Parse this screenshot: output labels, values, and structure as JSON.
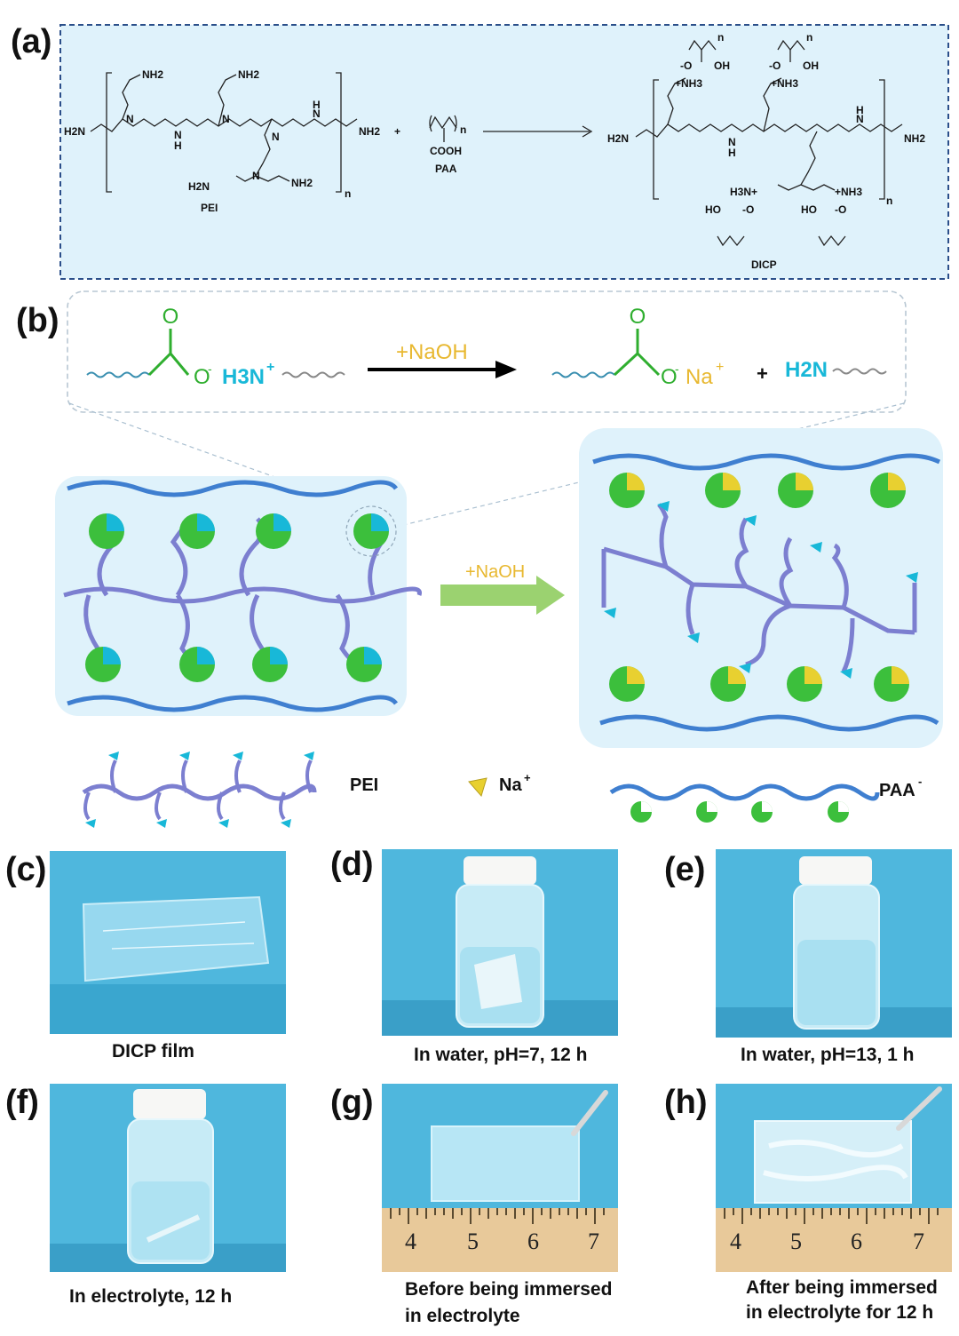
{
  "panels": {
    "a": "(a)",
    "b": "(b)",
    "c": "(c)",
    "d": "(d)",
    "e": "(e)",
    "f": "(f)",
    "g": "(g)",
    "h": "(h)"
  },
  "reaction_a": {
    "pei_label": "PEI",
    "paa_label": "PAA",
    "dicp_label": "DICP",
    "plus": "+",
    "nh2": "NH2",
    "h2n": "H2N",
    "nh": "N",
    "h": "H",
    "n": "N",
    "cooh": "COOH",
    "oh": "OH",
    "ho": "HO",
    "o_minus": "-O",
    "nh3_plus": "+NH3",
    "h3n_plus": "H3N+",
    "sub_n": "n"
  },
  "reaction_b": {
    "o_top_left": "O",
    "o_minus_left": "O",
    "h3n_plus": "H3N",
    "naoh_reagent": "+NaOH",
    "o_top_right": "O",
    "o_minus_right": "O",
    "na_plus": "Na",
    "plus": "+",
    "h2n": "H2N"
  },
  "network": {
    "arrow_reagent": "+NaOH",
    "legend_pei": "PEI",
    "legend_na": "Na",
    "legend_paa": "PAA"
  },
  "captions": {
    "c": "DICP film",
    "d": "In  water, pH=7, 12 h",
    "e": "In  water, pH=13, 1 h",
    "f": "In  electrolyte, 12 h",
    "g_line1": "Before being immersed",
    "g_line2": "in electrolyte",
    "h_line1": "After being immersed",
    "h_line2": "in electrolyte for 12 h"
  },
  "ruler_ticks": [
    "4",
    "5",
    "6",
    "7"
  ],
  "colors": {
    "panel_bg": "#dff2fb",
    "frame_blue": "#2b4f8a",
    "green": "#3cbf3c",
    "cyan": "#18b8d8",
    "gold": "#e8b830",
    "pei_chain": "#7c7fd0",
    "paa_chain": "#3f7fd0",
    "photo_bg": "#4fb7dd"
  }
}
